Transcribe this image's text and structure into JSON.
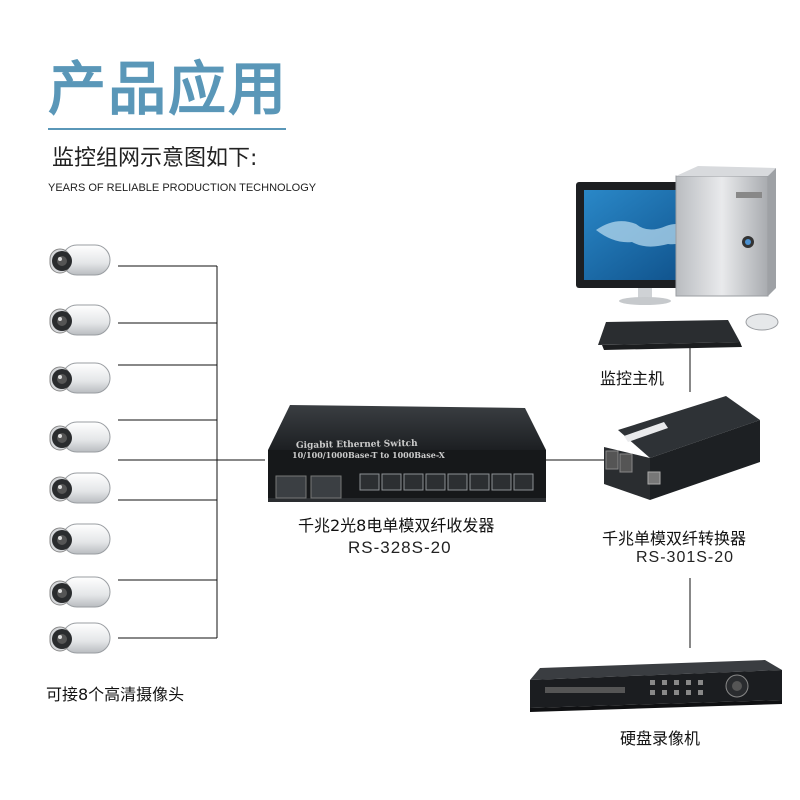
{
  "header": {
    "title": "产品应用",
    "subtitle": "监控组网示意图如下:",
    "tagline": "YEARS OF RELIABLE PRODUCTION TECHNOLOGY"
  },
  "devices": {
    "cameras_label": "可接8个高清摄像头",
    "switch": {
      "name": "千兆2光8电单模双纤收发器",
      "model": "RS-328S-20",
      "top_text_1": "Gigabit Ethernet Switch",
      "top_text_2": "10/100/1000Base-T to 1000Base-X"
    },
    "host_label": "监控主机",
    "converter": {
      "name": "千兆单模双纤转换器",
      "model": "RS-301S-20"
    },
    "recorder_label": "硬盘录像机"
  },
  "colors": {
    "accent": "#5a97b8",
    "line": "#111111"
  }
}
